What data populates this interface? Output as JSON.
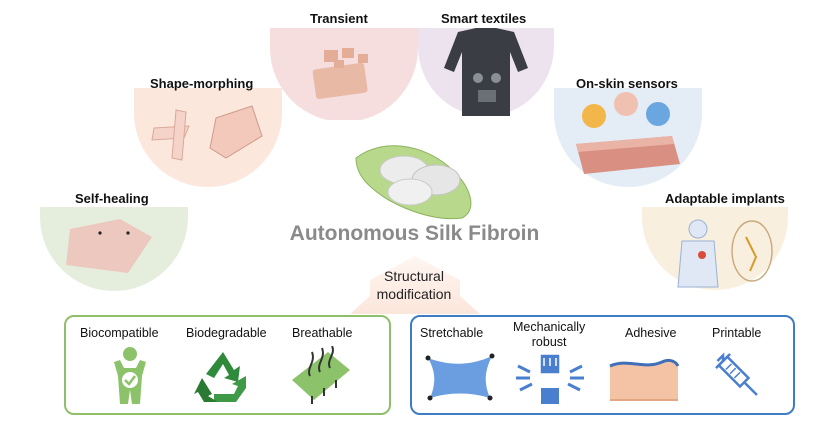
{
  "center": {
    "title": "Autonomous Silk Fibroin",
    "structural_line1": "Structural",
    "structural_line2": "modification"
  },
  "applications": {
    "transient": "Transient",
    "smart_textiles": "Smart textiles",
    "shape_morphing": "Shape-morphing",
    "on_skin_sensors": "On-skin sensors",
    "self_healing": "Self-healing",
    "adaptable_implants": "Adaptable implants"
  },
  "properties_green": {
    "biocompatible": "Biocompatible",
    "biodegradable": "Biodegradable",
    "breathable": "Breathable"
  },
  "properties_blue": {
    "stretchable": "Stretchable",
    "mech_line1": "Mechanically",
    "mech_line2": "robust",
    "adhesive": "Adhesive",
    "printable": "Printable"
  },
  "colors": {
    "green_border": "#8fbf6b",
    "blue_border": "#3f7cc4",
    "icon_green": "#8cc36a",
    "icon_blue": "#4a7fcf"
  }
}
